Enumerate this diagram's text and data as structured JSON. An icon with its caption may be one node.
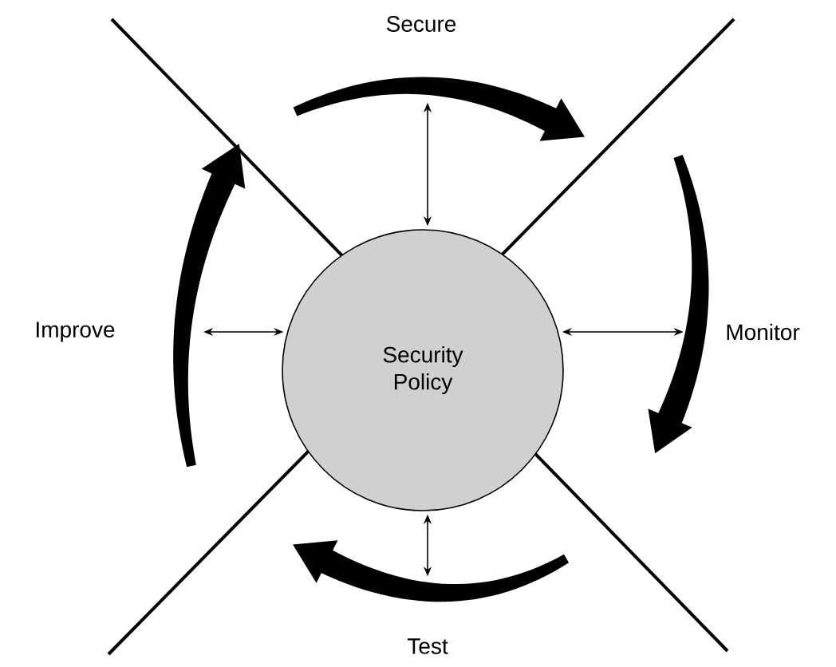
{
  "diagram": {
    "nodes": [
      {
        "text": [
          "Security Policy"
        ]
      },
      {
        "text": [
          "Secure"
        ]
      },
      {
        "text": [
          "Monitor"
        ]
      },
      {
        "text": [
          "Test"
        ]
      },
      {
        "text": [
          "Improve"
        ]
      }
    ],
    "edges": [
      {
        "from": 0,
        "to": 1,
        "arrow": "both"
      },
      {
        "from": 0,
        "to": 2,
        "arrow": "both"
      },
      {
        "from": 0,
        "to": 3,
        "arrow": "both"
      },
      {
        "from": 0,
        "to": 4,
        "arrow": "both"
      }
    ]
  }
}
